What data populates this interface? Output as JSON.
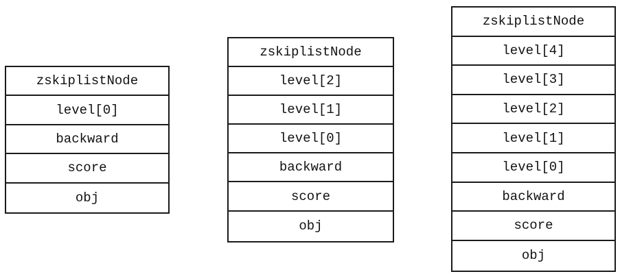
{
  "nodes": [
    {
      "cells": [
        "zskiplistNode",
        "level[0]",
        "backward",
        "score",
        "obj"
      ]
    },
    {
      "cells": [
        "zskiplistNode",
        "level[2]",
        "level[1]",
        "level[0]",
        "backward",
        "score",
        "obj"
      ]
    },
    {
      "cells": [
        "zskiplistNode",
        "level[4]",
        "level[3]",
        "level[2]",
        "level[1]",
        "level[0]",
        "backward",
        "score",
        "obj"
      ]
    }
  ]
}
